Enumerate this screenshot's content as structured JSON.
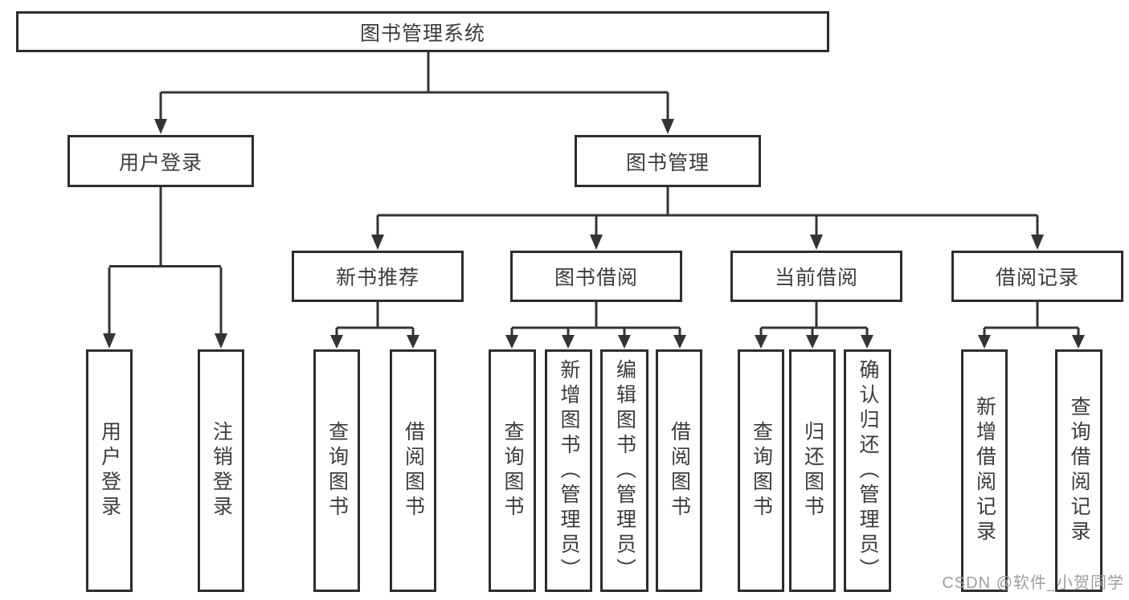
{
  "colors": {
    "line": "#343434",
    "box_border": "#2d2d2d",
    "text": "#3c3c3c",
    "watermark": "#9d9d9d",
    "background": "#ffffff"
  },
  "tree": {
    "root": {
      "label": "图书管理系统"
    },
    "branches": [
      {
        "label": "用户登录",
        "children": [
          {
            "label": "用户登录"
          },
          {
            "label": "注销登录"
          }
        ]
      },
      {
        "label": "图书管理",
        "children": [
          {
            "label": "新书推荐",
            "children": [
              {
                "label": "查询图书"
              },
              {
                "label": "借阅图书"
              }
            ]
          },
          {
            "label": "图书借阅",
            "children": [
              {
                "label": "查询图书"
              },
              {
                "label": "新增图书（管理员）"
              },
              {
                "label": "编辑图书（管理员）"
              },
              {
                "label": "借阅图书"
              }
            ]
          },
          {
            "label": "当前借阅",
            "children": [
              {
                "label": "查询图书"
              },
              {
                "label": "归还图书"
              },
              {
                "label": "确认归还（管理员）"
              }
            ]
          },
          {
            "label": "借阅记录",
            "children": [
              {
                "label": "新增借阅记录"
              },
              {
                "label": "查询借阅记录"
              }
            ]
          }
        ]
      }
    ]
  },
  "watermark": {
    "text": "CSDN @软件_小贺同学"
  }
}
